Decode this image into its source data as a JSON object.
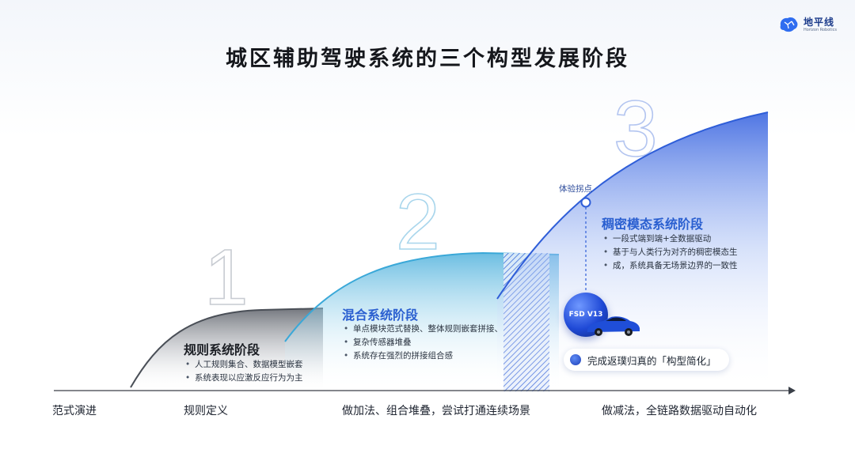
{
  "brand": {
    "name_cn": "地平线",
    "name_en": "Horizon Robotics"
  },
  "title": "城区辅助驾驶系统的三个构型发展阶段",
  "stages": [
    {
      "number": "1",
      "title": "规则系统阶段",
      "bullets": [
        "人工规则集合、数据模型嵌套",
        "系统表现以应激反应行为为主"
      ]
    },
    {
      "number": "2",
      "title": "混合系统阶段",
      "bullets": [
        "单点模块范式替换、整体规则嵌套拼接、",
        "复杂传感器堆叠",
        "系统存在强烈的拼接组合感"
      ]
    },
    {
      "number": "3",
      "title": "稠密模态系统阶段",
      "bullets": [
        "一段式端到端+全数据驱动",
        "基于与人类行为对齐的稠密模态生",
        "成，系统具备无场景边界的一致性"
      ]
    }
  ],
  "inflection_label": "体验拐点",
  "model_label": "FSD V13",
  "badge_text": "完成返璞归真的「构型简化」",
  "axis": {
    "name": "范式演进",
    "labels": [
      "规则定义",
      "做加法、组合堆叠，尝试打通连续场景",
      "做减法，全链路数据驱动自动化"
    ]
  },
  "colors": {
    "accent_blue": "#2f5ed8",
    "stage1_gray": "#4a4f57",
    "stage2_cyan": "#3aa8d8",
    "title_dark": "#15171c"
  }
}
